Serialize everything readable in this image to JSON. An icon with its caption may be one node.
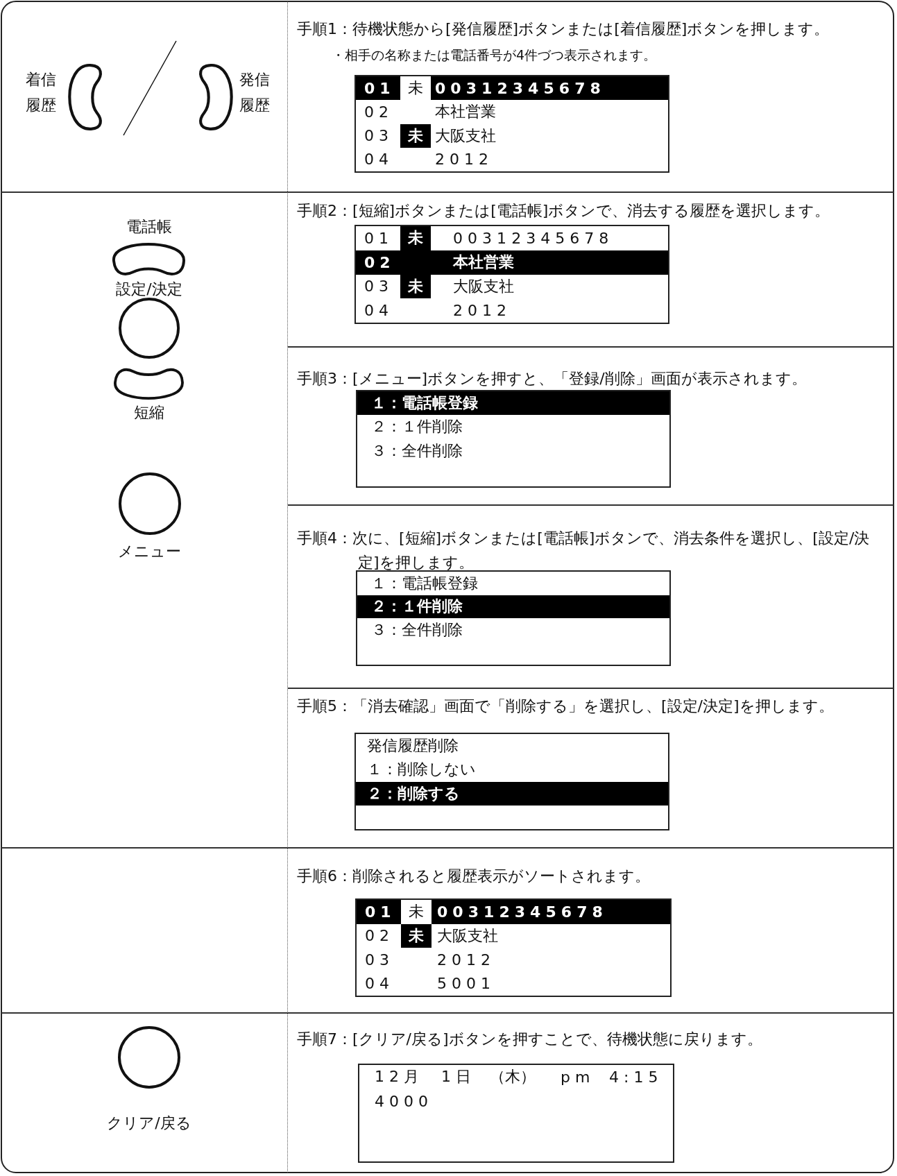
{
  "diagram": {
    "nodes": [
      {
        "text": [
          "着信履歴"
        ]
      },
      {
        "text": [
          "発信履歴"
        ]
      },
      {
        "text": [
          "01",
          "未",
          "00312345678",
          "02",
          "本社営業",
          "03",
          "未",
          "大阪支社",
          "04",
          "2012"
        ]
      },
      {
        "text": [
          "電話帳"
        ]
      },
      {
        "text": [
          "設定/決定"
        ]
      },
      {
        "text": [
          "短縮"
        ]
      },
      {
        "text": [
          "メニュー"
        ]
      },
      {
        "text": [
          "01",
          "未",
          "00312345678",
          "02",
          "本社営業",
          "03",
          "未",
          "大阪支社",
          "04",
          "2012"
        ]
      },
      {
        "text": [
          "１：電話帳登録",
          "２：１件削除",
          "３：全件削除"
        ]
      },
      {
        "text": [
          "１：電話帳登録",
          "２：１件削除",
          "３：全件削除"
        ]
      },
      {
        "text": [
          "発信履歴削除",
          "１：削除しない",
          "２：削除する"
        ]
      },
      {
        "text": [
          "01",
          "未",
          "00312345678",
          "02",
          "未",
          "大阪支社",
          "03",
          "2012",
          "04",
          "5001"
        ]
      },
      {
        "text": [
          "クリア/戻る"
        ]
      },
      {
        "text": [
          "12月",
          "1日",
          "（木）",
          "pm",
          "4:15",
          "4000"
        ]
      }
    ],
    "labels": [
      "手順1：待機状態から[発信履歴]ボタンまたは[着信履歴]ボタンを押します。",
      "・相手の名称または電話番号が4件づつ表示されます。",
      "手順2：[短縮]ボタンまたは[電話帳]ボタンで、消去する履歴を選択します。",
      "手順3：[メニュー]ボタンを押すと、「登録/削除」画面が表示されます。",
      "手順4：次に、[短縮]ボタンまたは[電話帳]ボタンで、消去条件を選択し、[設定/決定]を押します。",
      "手順5：「消去確認」画面で「削除する」を選択し、[設定/決定]を押します。",
      "手順6：削除されると履歴表示がソートされます。",
      "手順7：[クリア/戻る]ボタンを押すことで、待機状態に戻ります。"
    ]
  }
}
